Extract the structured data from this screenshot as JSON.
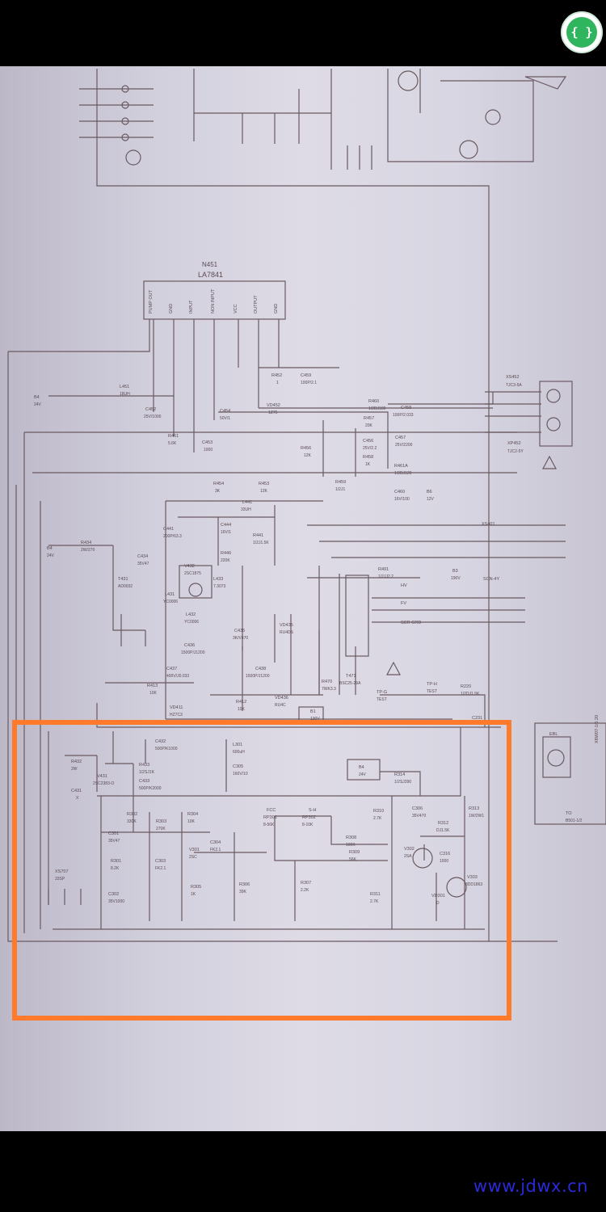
{
  "app": {
    "fab_glyph": "{ }",
    "watermark": "www.jdwx.cn",
    "highlight_color": "#ff7a2a"
  },
  "schematic": {
    "ic": {
      "ref": "N451",
      "part": "LA7841",
      "pins": [
        "PUMP OUT",
        "GND",
        "INPUT",
        "NON INPUT",
        "VCC",
        "OUTPUT",
        "GND"
      ]
    },
    "labels": {
      "b4_top": "B4",
      "b4_top_v": "24V",
      "r452": "R452",
      "r452_v": "1",
      "c459": "C459",
      "c459_v": "100P/2.1",
      "l451": "L451",
      "l451_v": "18UH",
      "c452": "C452",
      "c452_v": "25V/1000",
      "r461": "R461",
      "r461_v": "5.6K",
      "c453": "C453",
      "c453_v": "1000",
      "c454": "C454",
      "c454_v": "50V/1",
      "vd452": "VD452",
      "vd452_v": "1Z75",
      "r460": "R460",
      "r460_v": "1/2DJ180",
      "c458": "C458",
      "c458_v": "100P/2.033",
      "xs452": "XS452",
      "xs452_v": "TJC3-5A",
      "xp452": "XP452",
      "xp452_v": "TJC2-5Y",
      "r456": "R456",
      "r456_v": "12K",
      "r457": "R457",
      "r457_v": "20K",
      "c456": "C456",
      "c456_v": "25V/2.2",
      "c457": "C457",
      "c457_v": "25V/2200",
      "r458": "R458",
      "r458_v": "1K",
      "r459": "R459",
      "r459_v": "1/2J1",
      "r461a": "R461A",
      "r461a_v": "1/2DJ120",
      "c460": "C460",
      "c460_v": "16V/100",
      "b6": "B6",
      "b6_v": "12V",
      "r454": "R454",
      "r454_v": "3K",
      "r453": "R453",
      "r453_v": "12K",
      "l441": "L441",
      "l441_v": "33UH",
      "c441": "C441",
      "c441_v": "200P/63.3",
      "c444": "C444",
      "c444_v": "16V/1",
      "r441": "R441",
      "r441_v": "1/2J1.5K",
      "r446": "R446",
      "r446_v": "220K",
      "xs401": "XS401",
      "b4_mid": "B4",
      "b4_mid_v": "24V",
      "r434": "R434",
      "r434_v": "2W/270",
      "c434": "C434",
      "c434_v": "35V47",
      "v432": "V432",
      "v432_v": "2SC1875",
      "l433": "L433",
      "l433_v": "7.3073",
      "t431": "T431",
      "t431_v": "AD0032",
      "l431": "L431",
      "l431_v": "YC0006",
      "l432": "L432",
      "l432_v": "YC0006",
      "r491": "R491",
      "r491_v": "1/2JJ2.2",
      "b3": "B3",
      "b3_v": "190V",
      "xs_gy": "SCN-4Y",
      "hv": "HV",
      "fv": "FV",
      "scr_grd": "SCR GRD",
      "c436": "C436",
      "c436_v": "1500P/J1200",
      "c435": "C435",
      "c435_v": "3K/V470",
      "vd435": "VD435",
      "vd435_v": "RU4DS",
      "c437": "C437",
      "c437_v": "400V/J0.033",
      "c438": "C438",
      "c438_v": "1500P/J1200",
      "t471": "T471",
      "t471_v": "BSC25-29A",
      "r470": "R470",
      "r470_v": "7WK3.3",
      "tph": "TP-H",
      "tph_v": "TEST",
      "tpg": "TP-G",
      "tpg_v": "TEST",
      "r220": "R220",
      "r220_v": "1/2DJ1.5K",
      "r413": "R413",
      "r413_v": "10K",
      "vd411": "VD411",
      "vd411_v": "HZ7C3",
      "r412": "R412",
      "r412_v": "10K",
      "vd436": "VD436",
      "vd436_v": "RU4C",
      "b1": "B1",
      "b1_v": "130V",
      "c231": "C231",
      "r432": "R432",
      "r432_v": "2W",
      "c432": "C432",
      "c432_v": "500P/K1000",
      "v431": "V431",
      "v431_v": "2SC2383-O",
      "r433": "R433",
      "r433_v": "1/2SJ1K",
      "c433": "C433",
      "c433_v": "500P/K2000",
      "c431": "C431",
      "c431_v": "X",
      "l301": "L301",
      "l301_v": "600uH",
      "c305": "C305",
      "c305_v": "160V/10",
      "b4_low": "B4",
      "b4_low_v": "24V",
      "r314": "R314",
      "r314_v": "1/2SJ390",
      "r302": "R302",
      "r302_v": "330K",
      "r303": "R303",
      "r303_v": "270K",
      "r304": "R304",
      "r304_v": "10K",
      "fcc": "FCC",
      "rp301": "RP301",
      "rp301_v": "8-56K",
      "rp302": "RP302",
      "rp302_v": "8-10K",
      "svh": "S-H",
      "r310": "R310",
      "r310_v": "2.7K",
      "c306": "C306",
      "c306_v": "35V470",
      "r312": "R312",
      "r312_v": "DJ1.5K",
      "r313": "R313",
      "r313_v": "1W/2W1",
      "c301": "C301",
      "c301_v": "35V47",
      "r301": "R301",
      "r301_v": "8.2K",
      "c303": "C303",
      "c303_v": "FK2.1",
      "v301": "V301",
      "v301_v": "2SC",
      "c304": "C304",
      "c304_v": "FK2.1",
      "r308": "R308",
      "r308_v": "100K",
      "v302": "V302",
      "v302_v": "2SA",
      "c316": "C316",
      "c316_v": "1000",
      "r309": "R309",
      "r309_v": "56K",
      "v303": "V303",
      "v303_v": "3DD1863",
      "c302": "C302",
      "c302_v": "35V1000",
      "r305": "R305",
      "r305_v": "1K",
      "r306": "R306",
      "r306_v": "39K",
      "r307": "R307",
      "r307_v": "2.2K",
      "r311": "R311",
      "r311_v": "2.7K",
      "vd301": "VD301",
      "vd301_v": "D",
      "xs707": "XS707",
      "xs707_v": "33SP",
      "ebl": "EBL",
      "ref_box": "X8W07-1/5 20",
      "tc": "TO",
      "tc_v": "B501-1/2"
    }
  }
}
